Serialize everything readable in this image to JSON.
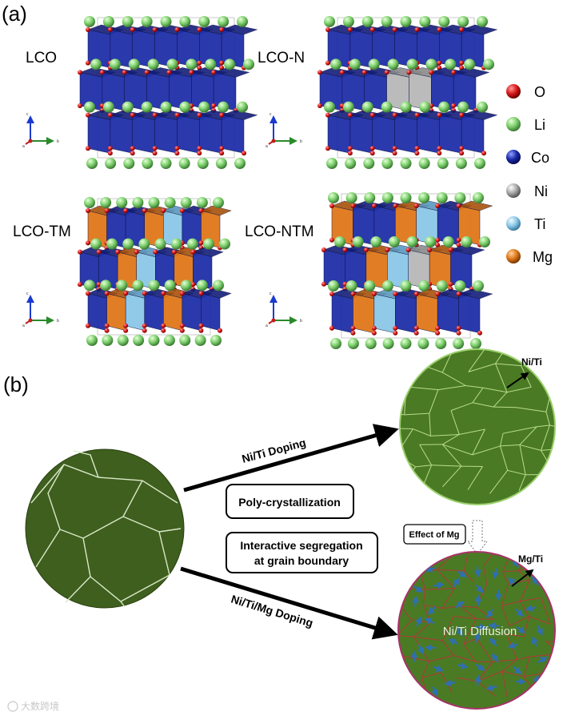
{
  "panel_a": {
    "label": "(a)",
    "structures": [
      {
        "name": "LCO"
      },
      {
        "name": "LCO-N"
      },
      {
        "name": "LCO-TM"
      },
      {
        "name": "LCO-NTM"
      }
    ],
    "axis_letters": {
      "c": "c",
      "b": "b",
      "a": "a"
    },
    "legend": [
      {
        "label": "O",
        "color": "#d81818"
      },
      {
        "label": "Li",
        "color": "#7ccf6c"
      },
      {
        "label": "Co",
        "color": "#1a2aa8"
      },
      {
        "label": "Ni",
        "color": "#a8a8a8"
      },
      {
        "label": "Ti",
        "color": "#8cc8e8"
      },
      {
        "label": "Mg",
        "color": "#e0781a"
      }
    ]
  },
  "panel_b": {
    "label": "(b)",
    "arrow_top_label": "Ni/Ti  Doping",
    "arrow_bottom_label": "Ni/Ti/Mg Doping",
    "box1": "Poly-crystallization",
    "box2_line1": "Interactive segregation",
    "box2_line2": "at grain boundary",
    "effect_label": "Effect of Mg",
    "top_particle_label": "Ni/Ti",
    "bottom_particle_label": "Mg/Ti",
    "diffusion_label": "Ni/Ti Diffusion"
  },
  "watermark": "大数跨境",
  "colors": {
    "grain_dark": "#3f5f1e",
    "grain_mid": "#4a7a24",
    "boundary_light": "#cfe3b0",
    "boundary_red": "#b23838",
    "li_green": "#7ccf6c",
    "co_blue": "#1a2aa8",
    "mg_orange": "#e0781a",
    "arrow_blue": "#2f6fb0"
  }
}
